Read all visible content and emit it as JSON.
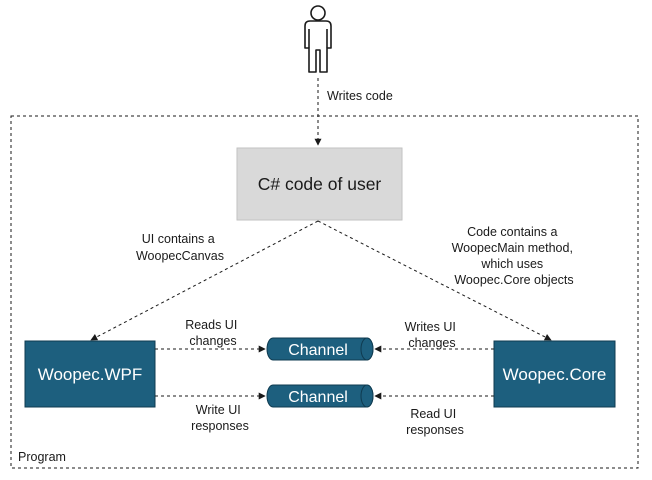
{
  "colors": {
    "box_fill": "#1d5f7e",
    "box_stroke": "#0f3b50",
    "code_fill": "#d9d9d9",
    "code_stroke": "#c2c2c2",
    "line": "#1a1a1a"
  },
  "actor": {
    "edge_label": "Writes code"
  },
  "program": {
    "label": "Program"
  },
  "nodes": {
    "user_code": "C# code of user",
    "wpf": "Woopec.WPF",
    "core": "Woopec.Core",
    "channel_top": "Channel",
    "channel_bottom": "Channel"
  },
  "edges": {
    "ui_contains": [
      "UI contains a",
      "WoopecCanvas"
    ],
    "code_contains": [
      "Code contains a",
      "WoopecMain method,",
      "which uses",
      "Woopec.Core objects"
    ],
    "reads_ui": [
      "Reads UI",
      "changes"
    ],
    "writes_ui": [
      "Writes UI",
      "changes"
    ],
    "write_ui": [
      "Write UI",
      "responses"
    ],
    "read_ui": [
      "Read UI",
      "responses"
    ]
  }
}
